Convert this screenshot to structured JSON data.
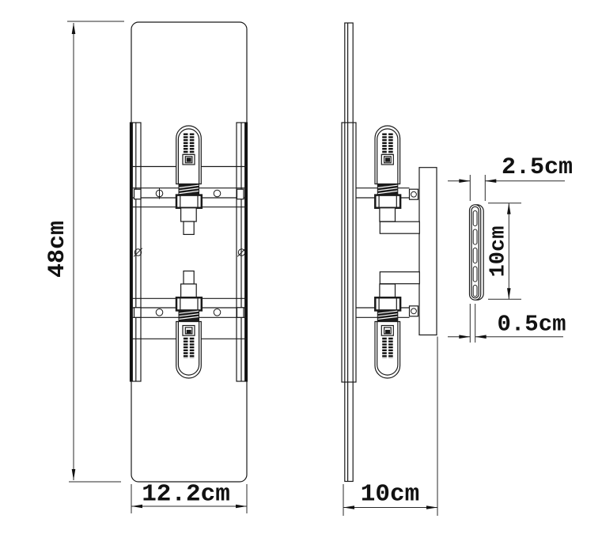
{
  "drawing": {
    "background_color": "#ffffff",
    "line_color": "#1a1a1a",
    "front_view": {
      "height_label": "48cm",
      "width_label": "12.2cm"
    },
    "side_view": {
      "depth_label": "10cm"
    },
    "bracket_detail": {
      "width_label": "2.5cm",
      "length_label": "10cm",
      "thickness_label": "0.5cm"
    }
  }
}
